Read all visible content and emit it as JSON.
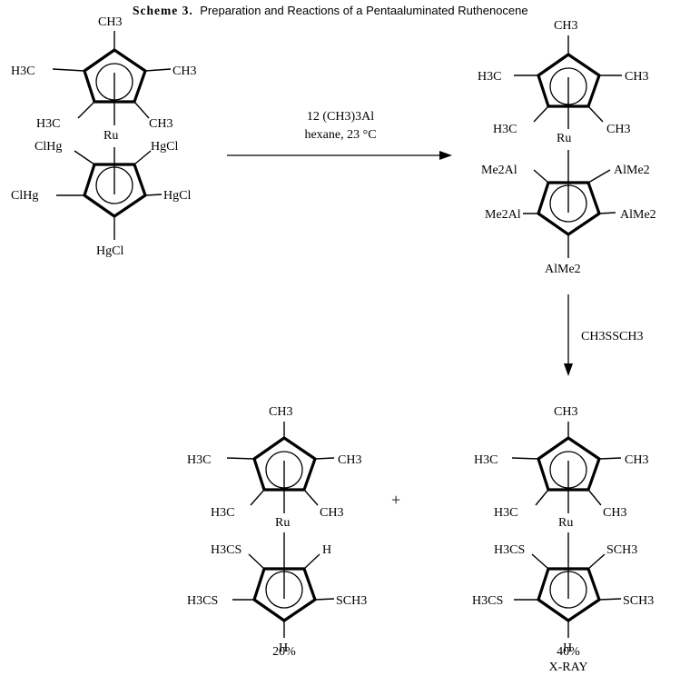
{
  "title": {
    "prefix": "Scheme 3.",
    "text": "Preparation and Reactions of a Pentaaluminated Ruthenocene"
  },
  "reagents": {
    "step1_line1": "12 (CH3)3Al",
    "step1_line2": "hexane, 23 °C",
    "step2": "CH3SSCH3"
  },
  "metal": "Ru",
  "plus": "+",
  "groups": {
    "ch3": "CH3",
    "h3c": "H3C",
    "hgcl": "HgCl",
    "clhg": "ClHg",
    "me2al": "Me2Al",
    "alme2": "AlMe2",
    "h3cs": "H3CS",
    "sch3": "SCH3",
    "h": "H"
  },
  "products": {
    "left_yield": "20%",
    "right_yield": "40%",
    "right_note": "X-RAY"
  }
}
